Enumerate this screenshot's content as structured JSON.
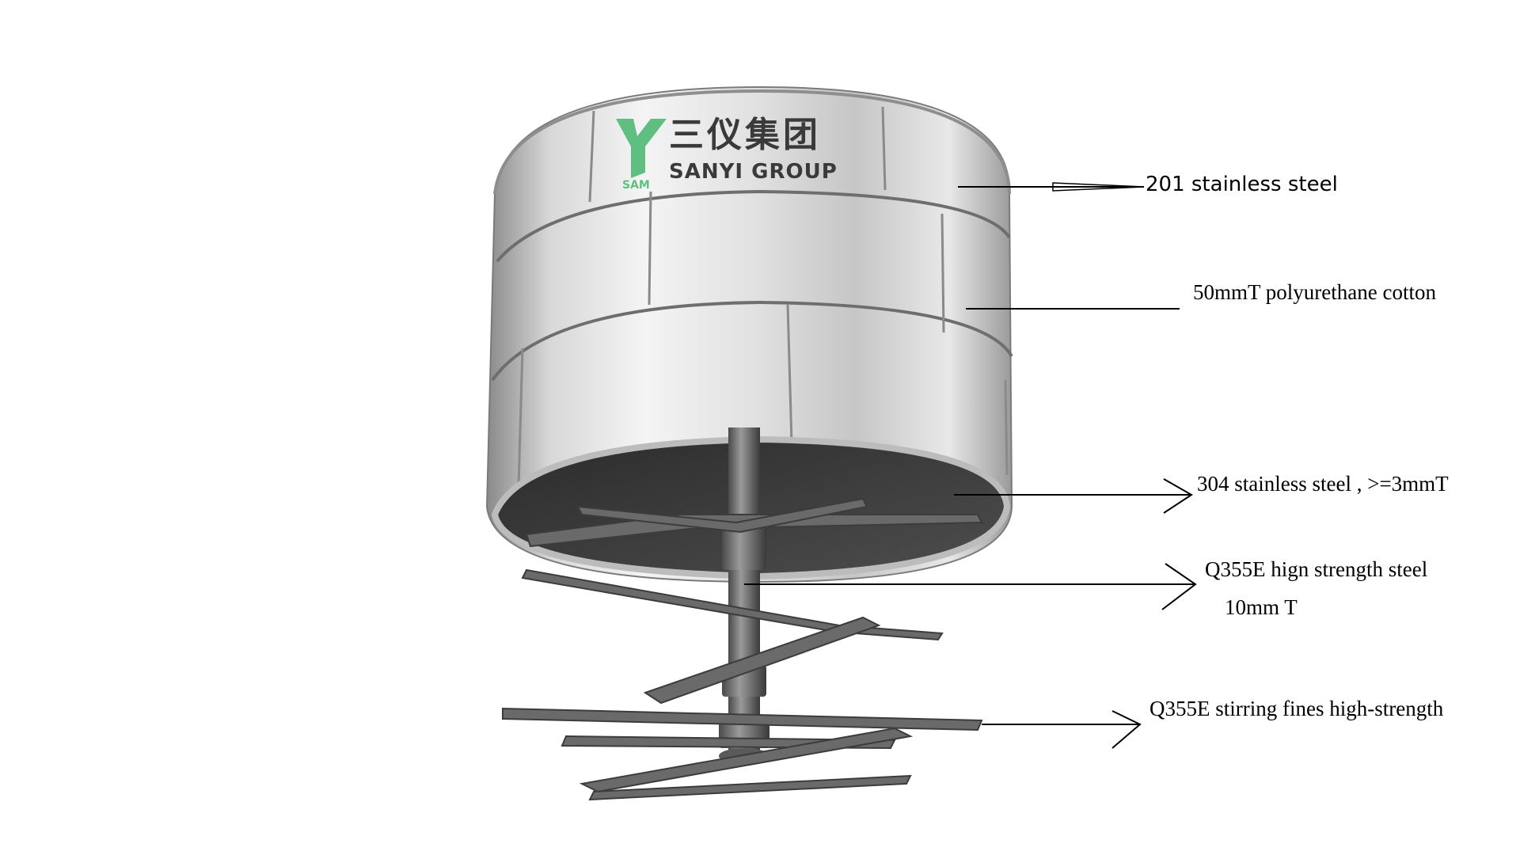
{
  "brand": {
    "logo_chinese": "三仪集团",
    "logo_english": "SANYI GROUP",
    "logo_mark": "SAM",
    "logo_color": "#5fbf80"
  },
  "callouts": [
    {
      "text": "201 stainless steel"
    },
    {
      "text": "50mmT polyurethane cotton"
    },
    {
      "text": "304 stainless steel , >=3mmT"
    },
    {
      "text": "Q355E hign strength steel"
    },
    {
      "text": "10mm T"
    },
    {
      "text": "Q355E stirring fines high-strength"
    }
  ]
}
